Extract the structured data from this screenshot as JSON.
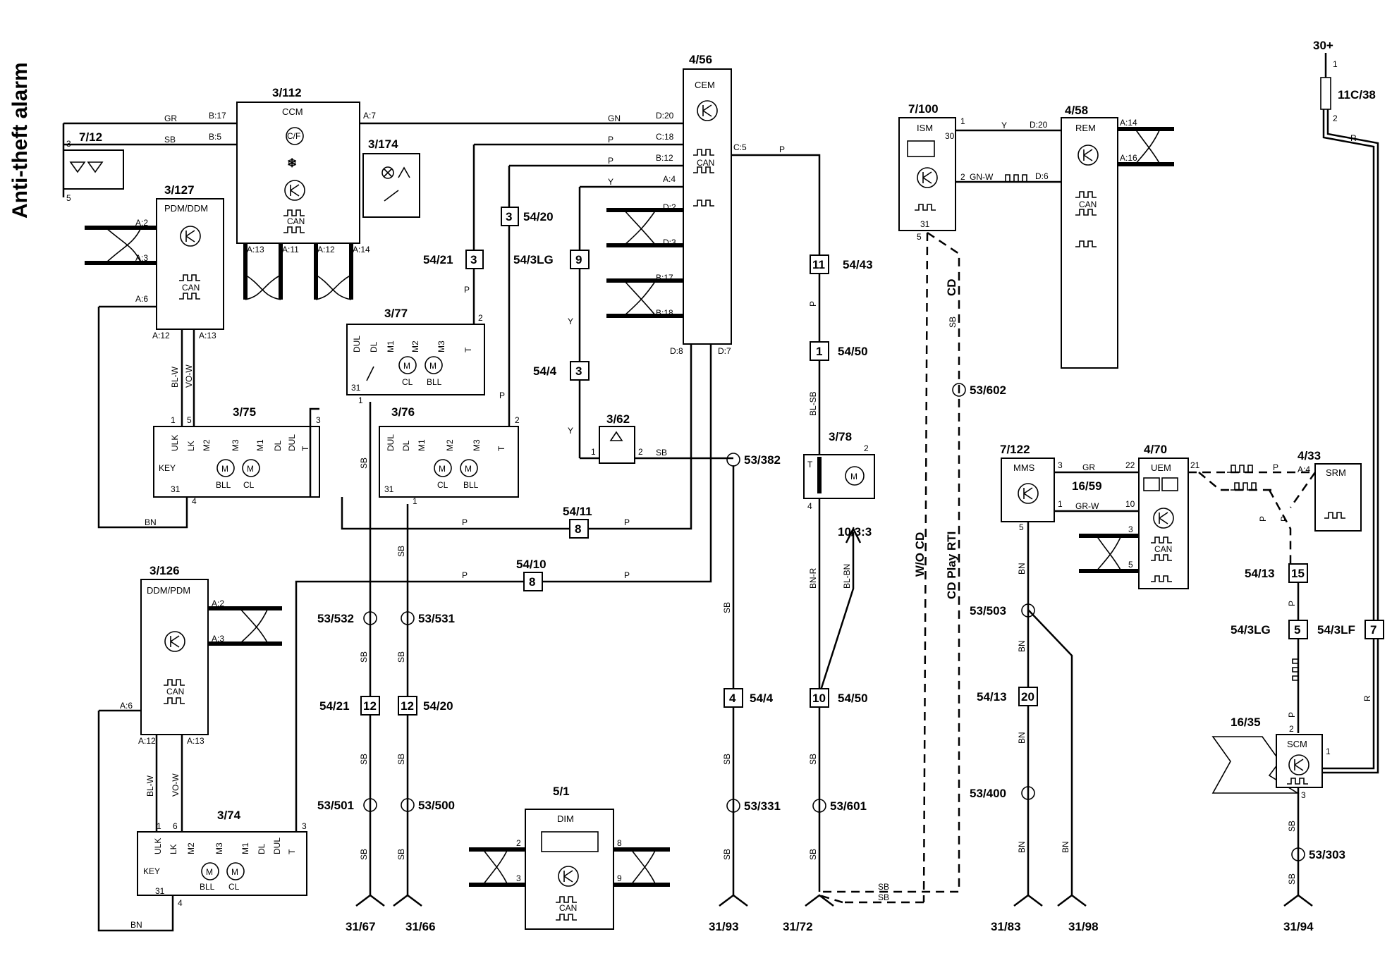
{
  "title": "Anti-theft alarm",
  "components": {
    "c3_112": {
      "id": "3/112",
      "name": "CCM"
    },
    "c7_12": {
      "id": "7/12"
    },
    "c3_174": {
      "id": "3/174"
    },
    "c3_127": {
      "id": "3/127",
      "name": "PDM/DDM"
    },
    "c4_56": {
      "id": "4/56",
      "name": "CEM"
    },
    "c3_77": {
      "id": "3/77"
    },
    "c3_75": {
      "id": "3/75"
    },
    "c3_76": {
      "id": "3/76"
    },
    "c3_62": {
      "id": "3/62"
    },
    "c3_78": {
      "id": "3/78"
    },
    "c3_126": {
      "id": "3/126",
      "name": "DDM/PDM"
    },
    "c3_74": {
      "id": "3/74"
    },
    "c5_1": {
      "id": "5/1",
      "name": "DIM"
    },
    "c7_100": {
      "id": "7/100",
      "name": "ISM"
    },
    "c4_58": {
      "id": "4/58",
      "name": "REM"
    },
    "c7_122": {
      "id": "7/122",
      "name": "MMS"
    },
    "c4_70": {
      "id": "4/70",
      "name": "UEM"
    },
    "c4_33": {
      "id": "4/33",
      "name": "SRM"
    },
    "c16_35": {
      "id": "16/35",
      "name": "SCM"
    },
    "c16_59": {
      "id": "16/59"
    },
    "c11c_38": {
      "id": "11C/38"
    },
    "c10_3_3": {
      "id": "10/3:3"
    },
    "supply": {
      "id": "30+"
    }
  },
  "connectors": [
    {
      "id": "54/21",
      "pin": "3"
    },
    {
      "id": "54/20",
      "pin": "3"
    },
    {
      "id": "54/3LG",
      "pin": "9"
    },
    {
      "id": "54/4",
      "pin": "3"
    },
    {
      "id": "54/43",
      "pin": "11"
    },
    {
      "id": "54/50",
      "pin": "1"
    },
    {
      "id": "54/11",
      "pin": "8"
    },
    {
      "id": "54/10",
      "pin": "8"
    },
    {
      "id": "54/21",
      "pin": "12"
    },
    {
      "id": "54/20",
      "pin": "12"
    },
    {
      "id": "54/4",
      "pin": "4"
    },
    {
      "id": "54/50",
      "pin": "10"
    },
    {
      "id": "54/13",
      "pin": "20"
    },
    {
      "id": "54/13",
      "pin": "15"
    },
    {
      "id": "54/3LG",
      "pin": "5"
    },
    {
      "id": "54/3LF",
      "pin": "7"
    }
  ],
  "splices": [
    "53/382",
    "53/602",
    "53/532",
    "53/531",
    "53/501",
    "53/500",
    "53/331",
    "53/601",
    "53/503",
    "53/400",
    "53/303"
  ],
  "grounds": [
    "31/67",
    "31/66",
    "31/93",
    "31/72",
    "31/83",
    "31/98",
    "31/94"
  ],
  "wire_colors": [
    "GR",
    "SB",
    "GN",
    "P",
    "Y",
    "BL-W",
    "VO-W",
    "BN",
    "BL-SB",
    "BN-R",
    "BL-BN",
    "GN-W",
    "GR-W",
    "R"
  ],
  "annotations": {
    "cd": "CD",
    "wo_cd": "W/O CD",
    "cd_play_rti": "CD Play RTI",
    "key": "KEY",
    "can": "CAN",
    "ccm_temp": "C/F"
  },
  "switch_labels": {
    "ulk": "ULK",
    "lk": "LK",
    "dul": "DUL",
    "dl": "DL",
    "m1": "M1",
    "m2": "M2",
    "m3": "M3",
    "t": "T",
    "cl": "CL",
    "bll": "BLL",
    "m": "M"
  },
  "colors": {
    "ink": "#000000",
    "background": "#ffffff"
  }
}
